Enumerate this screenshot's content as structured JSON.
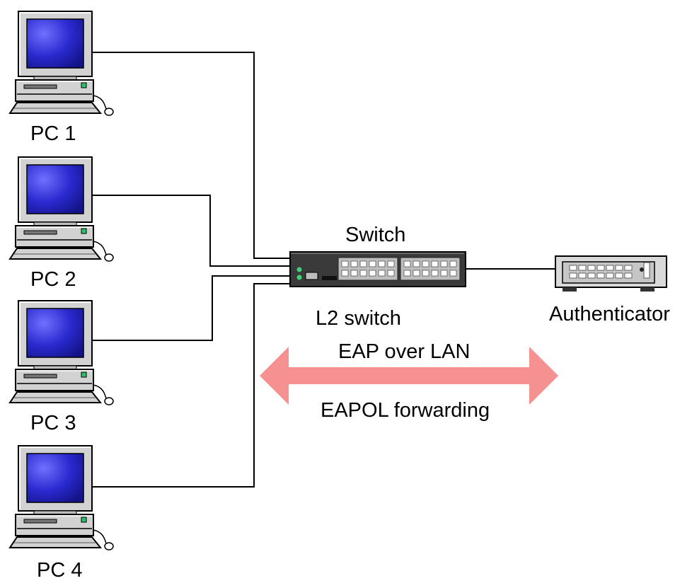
{
  "pcs": [
    {
      "label": "PC 1"
    },
    {
      "label": "PC 2"
    },
    {
      "label": "PC 3"
    },
    {
      "label": "PC 4"
    }
  ],
  "switch": {
    "title": "Switch",
    "subtitle": "L2 switch"
  },
  "authenticator": {
    "label": "Authenticator"
  },
  "arrow": {
    "top_label": "EAP over LAN",
    "bottom_label": "EAPOL forwarding",
    "color": "#f69191"
  },
  "colors": {
    "screen": "#1a1aa8",
    "screen_glow": "#6b6bff",
    "chassis": "#cfcfcf",
    "switch_body": "#3a3a3a",
    "line": "#000000"
  },
  "icons": [
    "computer-icon",
    "switch-icon",
    "authenticator-icon",
    "double-arrow-icon"
  ]
}
